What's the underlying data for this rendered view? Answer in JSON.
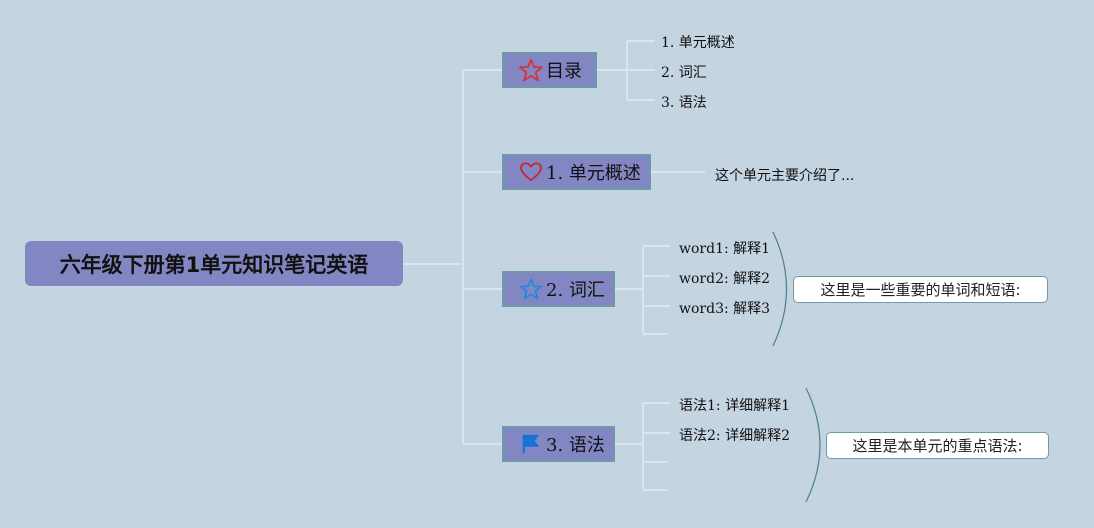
{
  "root": {
    "label": "六年级下册第1单元知识笔记英语"
  },
  "topics": {
    "toc": {
      "label": "目录",
      "icon": "star-outline-icon",
      "items": [
        "1. 单元概述",
        "2. 词汇",
        "3. 语法"
      ]
    },
    "overview": {
      "label": "1. 单元概述",
      "icon": "heart-outline-icon",
      "items": [
        "这个单元主要介绍了..."
      ]
    },
    "vocab": {
      "label": "2. 词汇",
      "icon": "star-outline-blue-icon",
      "items": [
        "word1: 解释1",
        "word2: 解释2",
        "word3: 解释3"
      ],
      "summary": "这里是一些重要的单词和短语:"
    },
    "grammar": {
      "label": "3. 语法",
      "icon": "flag-icon",
      "items": [
        "语法1: 详细解释1",
        "语法2: 详细解释2"
      ],
      "summary": "这里是本单元的重点语法:"
    }
  },
  "colors": {
    "background": "#c5d4e1",
    "topic_fill": "#8287c4",
    "topic_border": "#6c9aa8",
    "connector": "#dbe4ec",
    "brace": "#4e7f8c"
  }
}
